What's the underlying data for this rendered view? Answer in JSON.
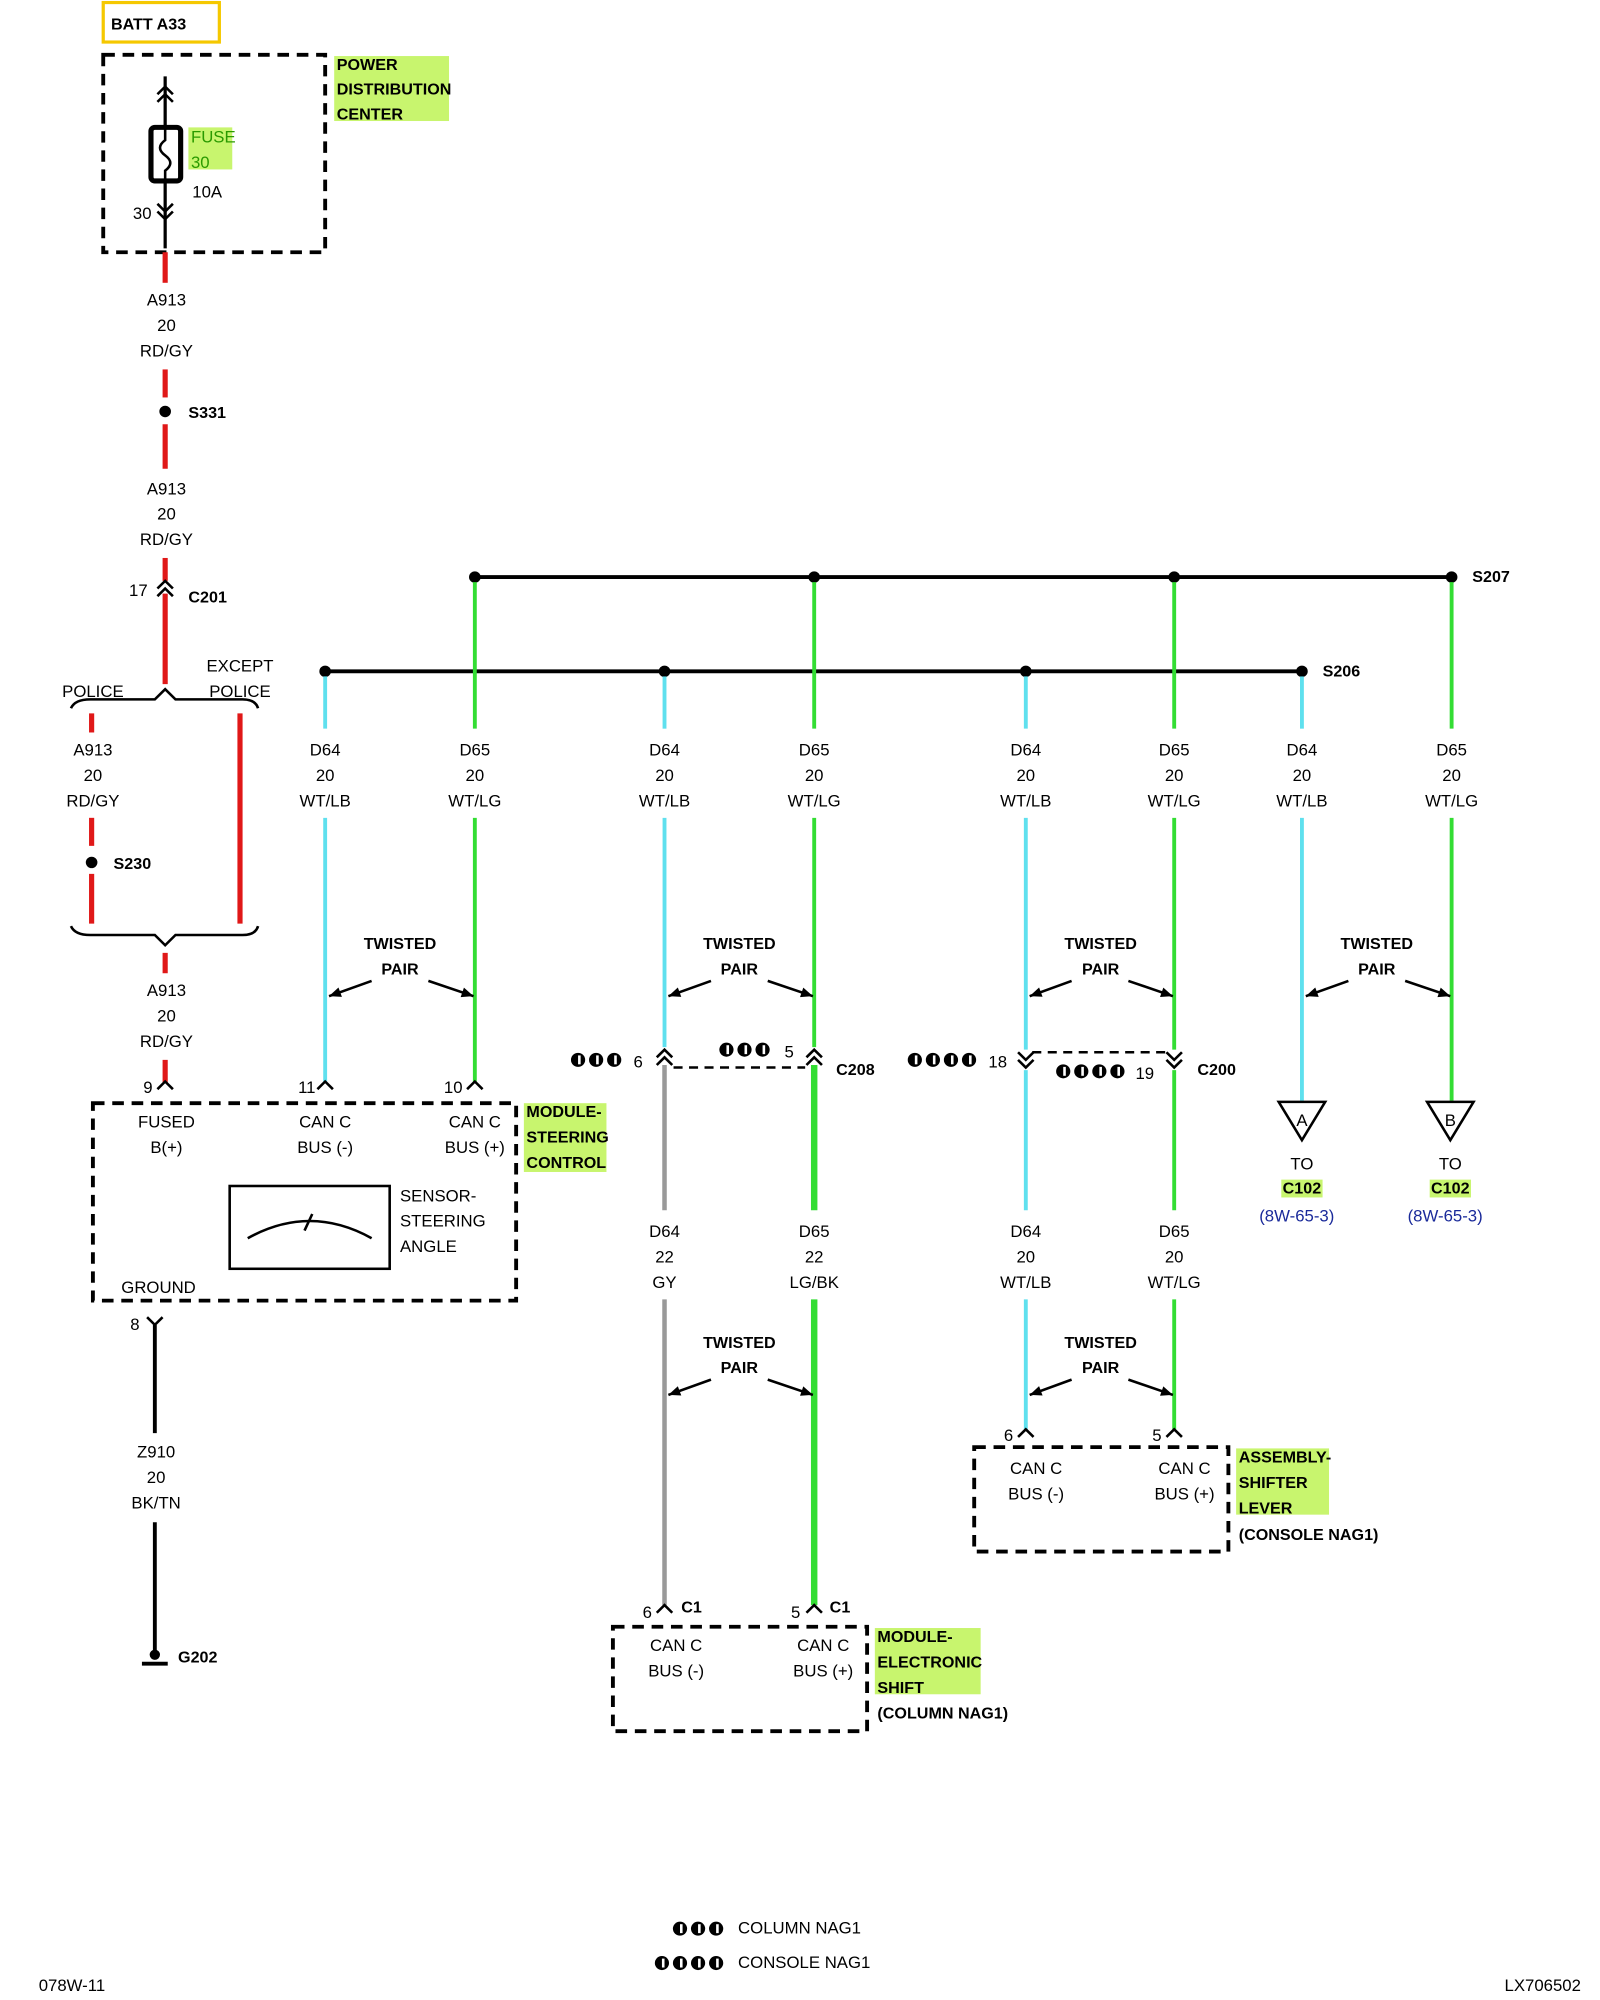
{
  "colors": {
    "red": "#e01818",
    "cyan": "#5fe0ee",
    "green": "#33dd33",
    "gray": "#999999",
    "highlight": "#c8f56e",
    "batt_border": "#f5c800"
  },
  "batt": "BATT A33",
  "pdc": {
    "lines": [
      "POWER",
      "DISTRIBUTION",
      "CENTER"
    ],
    "fuse": "FUSE",
    "fuse_num": "30",
    "rating": "10A",
    "pin": "30"
  },
  "a913": [
    "A913",
    "20",
    "RD/GY"
  ],
  "splices": {
    "s331": "S331",
    "s230": "S230",
    "s207": "S207",
    "s206": "S206"
  },
  "c201": {
    "pin": "17",
    "name": "C201"
  },
  "branch": {
    "police": "POLICE",
    "except": "EXCEPT",
    "except2": "POLICE"
  },
  "d64": [
    "D64",
    "20",
    "WT/LB"
  ],
  "d65": [
    "D65",
    "20",
    "WT/LG"
  ],
  "d64_22": [
    "D64",
    "22",
    "GY"
  ],
  "d65_22": [
    "D65",
    "22",
    "LG/BK"
  ],
  "twisted": [
    "TWISTED",
    "PAIR"
  ],
  "c208": {
    "name": "C208",
    "pin_a": "6",
    "pin_b": "5"
  },
  "c200": {
    "name": "C200",
    "pin_a": "18",
    "pin_b": "19"
  },
  "msc": {
    "lines": [
      "MODULE-",
      "STEERING",
      "CONTROL"
    ],
    "pin9": "9",
    "pin11": "11",
    "pin10": "10",
    "pin8": "8",
    "fused": [
      "FUSED",
      "B(+)"
    ],
    "canm": [
      "CAN C",
      "BUS (-)"
    ],
    "canp": [
      "CAN C",
      "BUS (+)"
    ],
    "sensor": [
      "SENSOR-",
      "STEERING",
      "ANGLE"
    ],
    "ground": "GROUND"
  },
  "z910": [
    "Z910",
    "20",
    "BK/TN"
  ],
  "g202": "G202",
  "mes": {
    "lines": [
      "MODULE-",
      "ELECTRONIC",
      "SHIFT"
    ],
    "sub": "(COLUMN NAG1)",
    "pin6": "6",
    "pin5": "5",
    "c1": "C1",
    "canm": [
      "CAN C",
      "BUS (-)"
    ],
    "canp": [
      "CAN C",
      "BUS (+)"
    ]
  },
  "asl": {
    "lines": [
      "ASSEMBLY-",
      "SHIFTER",
      "LEVER"
    ],
    "sub": "(CONSOLE NAG1)",
    "pin6": "6",
    "pin5": "5",
    "canm": [
      "CAN C",
      "BUS (-)"
    ],
    "canp": [
      "CAN C",
      "BUS (+)"
    ]
  },
  "to_a": {
    "letter": "A",
    "to": "TO",
    "conn": "C102",
    "ref": "(8W-65-3)"
  },
  "to_b": {
    "letter": "B",
    "to": "TO",
    "conn": "C102",
    "ref": "(8W-65-3)"
  },
  "legend": {
    "column": "COLUMN NAG1",
    "console": "CONSOLE NAG1"
  },
  "footer": {
    "left": "078W-11",
    "right": "LX706502"
  }
}
